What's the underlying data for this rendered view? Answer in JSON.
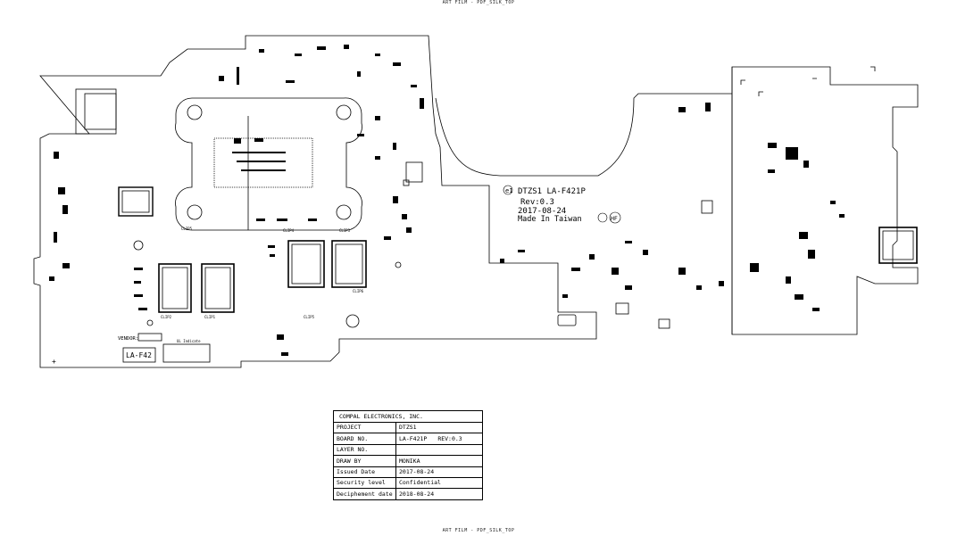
{
  "film": {
    "top": "ART FILM - PDF_SILK_TOP",
    "bottom": "ART FILM - PDF_SILK_TOP"
  },
  "silk": {
    "line1": "DTZS1  LA-F421P",
    "line2": "Rev:0.3",
    "line3": "2017-08-24",
    "line4": "Made In Taiwan",
    "e1_mark": "e1",
    "hf_mark": "HF",
    "vendor": "VENDOR:",
    "board_label": "LA-F42",
    "ul_label": "UL Indicate",
    "clips": [
      "CLIP4",
      "CLIP3",
      "CLIP2",
      "CLIP1",
      "CLIP6",
      "CLIP5",
      "CLIP5"
    ]
  },
  "title_block": {
    "company": "COMPAL ELECTRONICS, INC.",
    "rows": [
      {
        "key": "PROJECT",
        "value": "DTZS1",
        "extra": ""
      },
      {
        "key": "BOARD NO.",
        "value": "LA-F421P",
        "extra": "REV:0.3"
      },
      {
        "key": "LAYER NO.",
        "value": "",
        "extra": ""
      },
      {
        "key": "DRAW BY",
        "value": "MONIKA",
        "extra": ""
      },
      {
        "key": "Issued  Date",
        "value": "2017-08-24",
        "extra": ""
      },
      {
        "key": "Security level",
        "value": "Confidential",
        "extra": ""
      },
      {
        "key": "Deciphement date",
        "value": "2018-08-24",
        "extra": ""
      }
    ]
  }
}
